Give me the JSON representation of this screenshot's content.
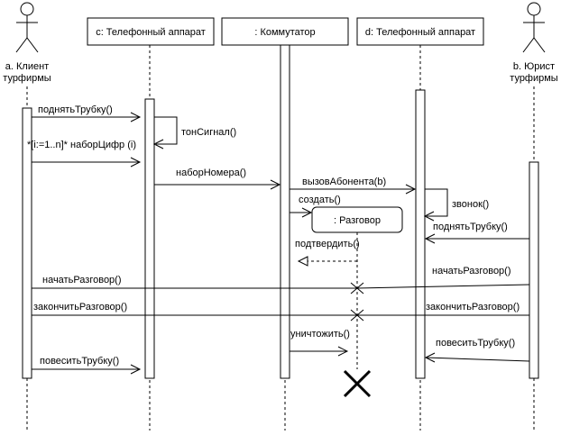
{
  "lifelines": {
    "client": "a. Клиент турфирмы",
    "phone_c": "c: Телефонный аппарат",
    "switch": ": Коммутатор",
    "phone_d": "d: Телефонный аппарат",
    "lawyer": "b. Юрист турфирмы",
    "call": ": Разговор"
  },
  "messages": {
    "m1": "поднятьТрубку()",
    "m2": "тонСигнал()",
    "m3": "*[i:=1..n]* наборЦифр (i)",
    "m4": "наборНомера()",
    "m5": "вызовАбонента(b)",
    "m6": "звонок()",
    "m7": "создать()",
    "m8": "поднятьТрубку()",
    "m9": "подтвердить()",
    "m10a": "начатьРазговор()",
    "m10b": "начатьРазговор()",
    "m11a": "закончитьРазговор()",
    "m11b": "закончитьРазговор()",
    "m12": "уничтожить()",
    "m13": "повеситьТрубку()",
    "m14": "повеситьТрубку()"
  }
}
